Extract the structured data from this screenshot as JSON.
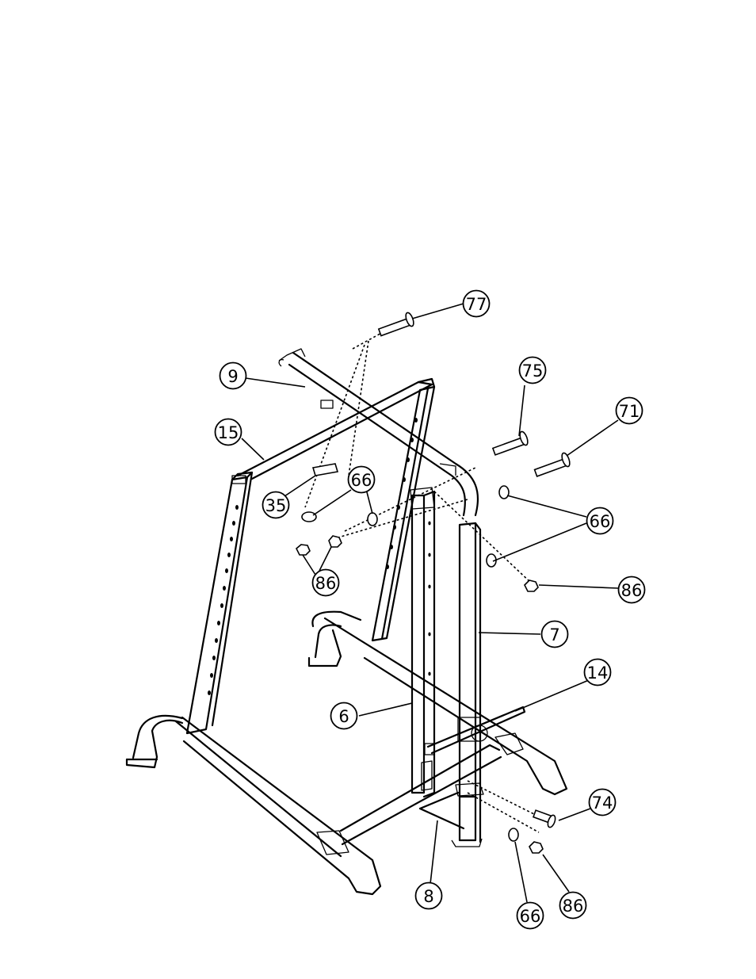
{
  "callouts": [
    {
      "id": "c77",
      "label": "77"
    },
    {
      "id": "c9",
      "label": "9"
    },
    {
      "id": "c15",
      "label": "15"
    },
    {
      "id": "c75",
      "label": "75"
    },
    {
      "id": "c71",
      "label": "71"
    },
    {
      "id": "c66a",
      "label": "66"
    },
    {
      "id": "c35",
      "label": "35"
    },
    {
      "id": "c86a",
      "label": "86"
    },
    {
      "id": "c66b",
      "label": "66"
    },
    {
      "id": "c86b",
      "label": "86"
    },
    {
      "id": "c7",
      "label": "7"
    },
    {
      "id": "c14",
      "label": "14"
    },
    {
      "id": "c6",
      "label": "6"
    },
    {
      "id": "c74",
      "label": "74"
    },
    {
      "id": "c8",
      "label": "8"
    },
    {
      "id": "c66c",
      "label": "66"
    },
    {
      "id": "c86c",
      "label": "86"
    }
  ]
}
